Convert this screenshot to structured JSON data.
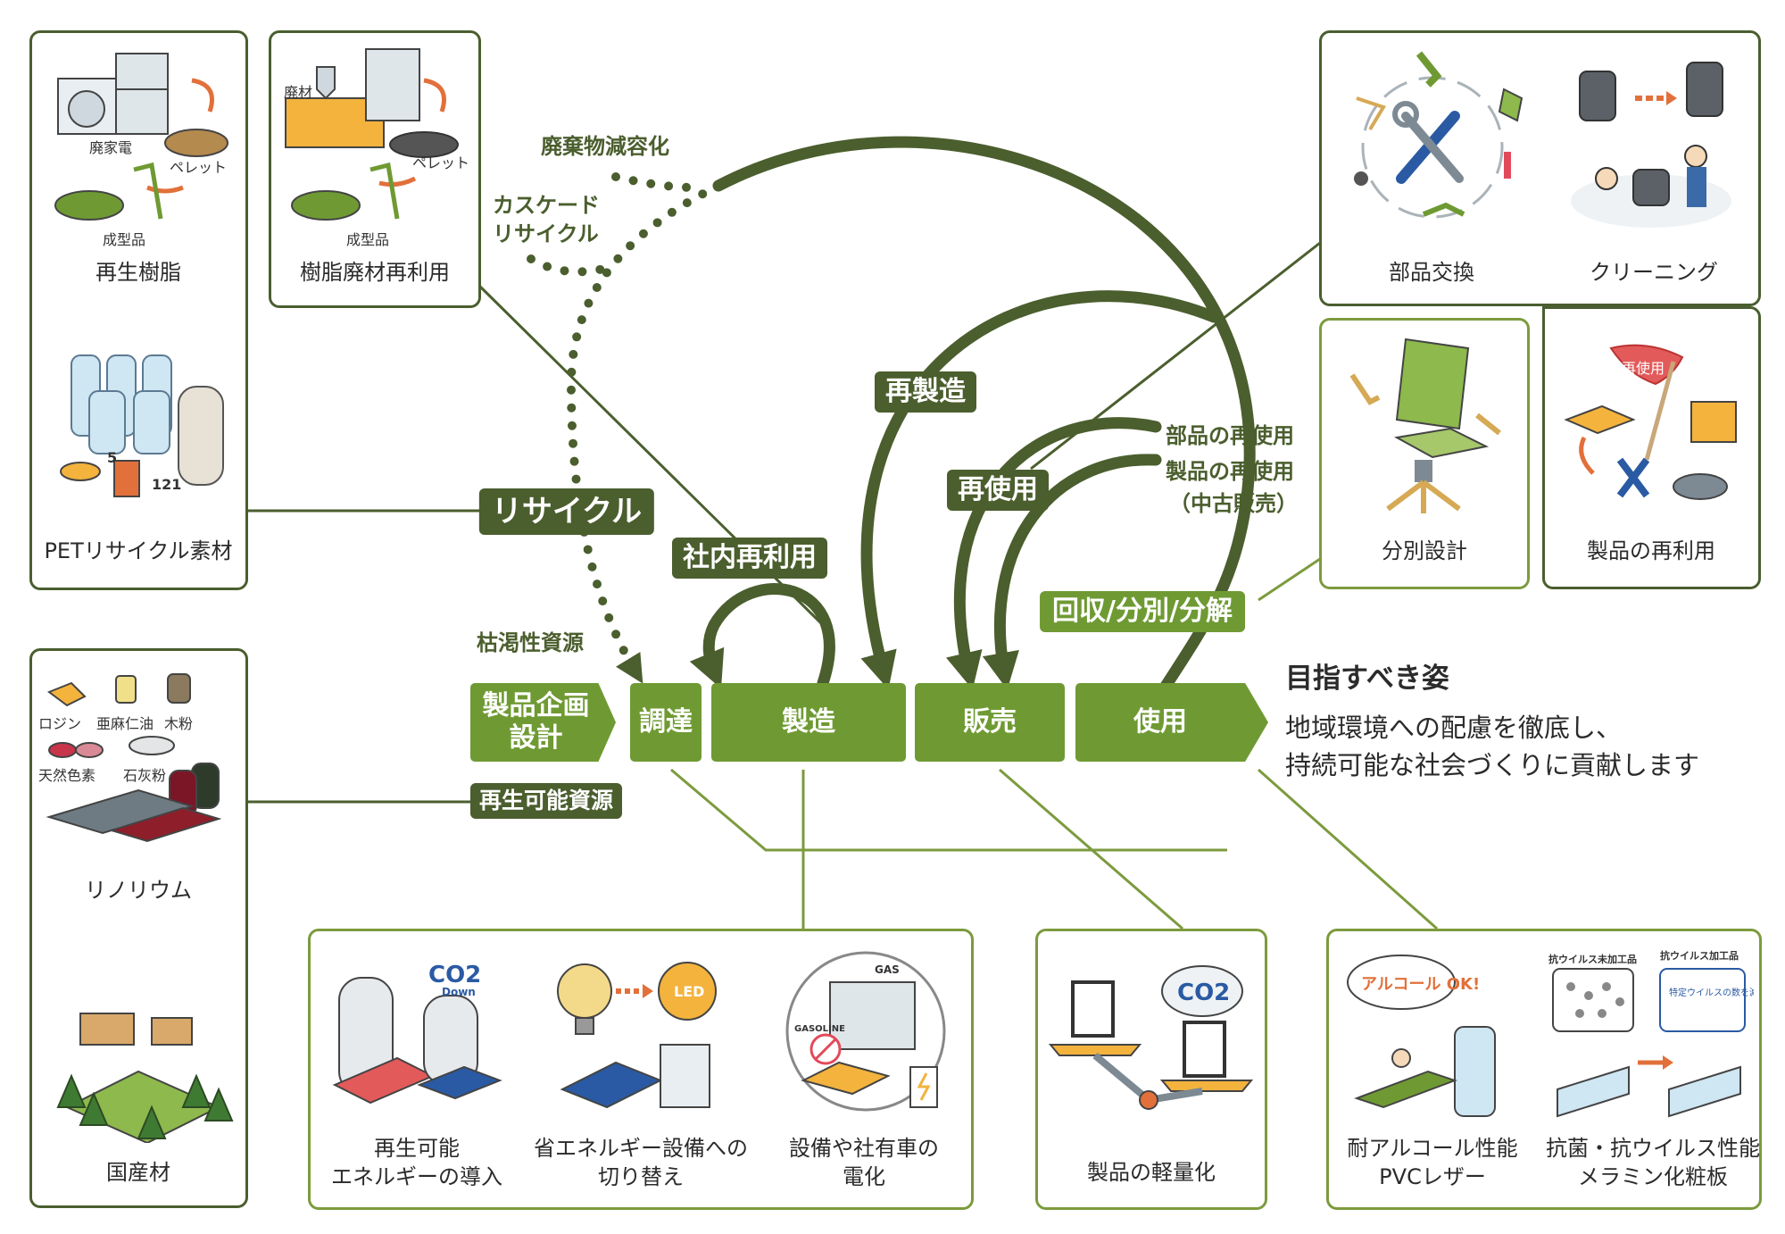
{
  "colors": {
    "dark_green": "#4b5e2e",
    "light_green": "#6f9a33",
    "line_green": "#7c9b3e"
  },
  "flow": {
    "steps": [
      "製品企画\n設計",
      "調達",
      "製造",
      "販売",
      "使用"
    ]
  },
  "goal": {
    "title": "目指すべき姿",
    "lines": [
      "地域環境への配慮を徹底し、",
      "持続可能な社会づくりに貢献します"
    ]
  },
  "loops": {
    "recycle": "リサイクル",
    "internal_reuse": "社内再利用",
    "remanufacture": "再製造",
    "reuse": "再使用",
    "collect": "回収/分別/分解",
    "cascade_line1": "カスケード",
    "cascade_line2": "リサイクル",
    "waste_reduction": "廃棄物減容化",
    "parts_reuse": "部品の再使用",
    "product_reuse": "製品の再使用",
    "used_sales": "（中古販売）",
    "exhaustible": "枯渇性資源",
    "renewable": "再生可能資源"
  },
  "panels": {
    "recycled_resin": {
      "caption": "再生樹脂",
      "labels": [
        "廃家電",
        "ペレット",
        "成型品"
      ]
    },
    "resin_waste": {
      "caption": "樹脂廃材再利用",
      "labels": [
        "廃材",
        "ペレット",
        "成型品"
      ]
    },
    "pet": {
      "caption": "PETリサイクル素材",
      "labels": [
        "5",
        "121"
      ]
    },
    "linoleum": {
      "caption": "リノリウム",
      "labels": [
        "ロジン",
        "亜麻仁油",
        "木粉",
        "天然色素",
        "石灰粉"
      ]
    },
    "domestic_wood": {
      "caption": "国産材"
    },
    "parts_exchange": {
      "caption": "部品交換"
    },
    "cleaning": {
      "caption": "クリーニング"
    },
    "separation": {
      "caption": "分別設計"
    },
    "product_reuse": {
      "caption": "製品の再利用",
      "flag": "再使用"
    },
    "renewable_energy": {
      "line1": "再生可能",
      "line2": "エネルギーの導入",
      "co2": "CO2",
      "down": "Down"
    },
    "energy_saving": {
      "line1": "省エネルギー設備への",
      "line2": "切り替え",
      "led": "LED"
    },
    "electrification": {
      "line1": "設備や社有車の",
      "line2": "電化",
      "gas": "GAS",
      "gasoline": "GASOLINE"
    },
    "lightweight": {
      "caption": "製品の軽量化",
      "co2": "CO2"
    },
    "pvc": {
      "line1": "耐アルコール性能",
      "line2": "PVCレザー",
      "badge": "アルコール OK!"
    },
    "melamine": {
      "line1": "抗菌・抗ウイルス性能",
      "line2": "メラミン化粧板",
      "before": "抗ウイルス未加工品",
      "after": "抗ウイルス加工品",
      "note": "特定ウイルスの数を減少"
    }
  }
}
